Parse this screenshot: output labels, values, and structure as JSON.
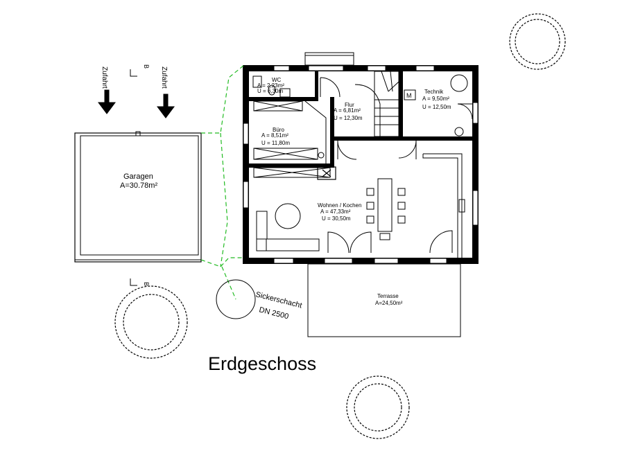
{
  "title": "Erdgeschoss",
  "rooms": {
    "wc": {
      "name": "WC",
      "area": "A = 2,23m²",
      "perimeter": "U = 6,30m"
    },
    "flur": {
      "name": "Flur",
      "area": "A = 6,81m²",
      "perimeter": "U = 12,30m"
    },
    "technik": {
      "name": "Technik",
      "area": "A = 9,50m²",
      "perimeter": "U = 12,50m"
    },
    "buero": {
      "name": "Büro",
      "area": "A = 8,51m²",
      "perimeter": "U = 11,80m"
    },
    "wohnen": {
      "name": "Wohnen / Kochen",
      "area": "A = 47,33m²",
      "perimeter": "U = 30,50m"
    }
  },
  "garage": {
    "name": "Garagen",
    "area": "A=30.78m²"
  },
  "terrace": {
    "name": "Terrasse",
    "area": "A=24,50m²"
  },
  "access": {
    "label_1": "Zufahrt",
    "label_2": "Zufahrt"
  },
  "section_mark": {
    "label_top": "B",
    "label_bottom": "B"
  },
  "seepage_pit": {
    "line_1": "Sickerschacht",
    "line_2": "DN 2500"
  },
  "technik_symbol": "M",
  "colors": {
    "walls": "#000000",
    "drain_line": "#22bb22"
  }
}
